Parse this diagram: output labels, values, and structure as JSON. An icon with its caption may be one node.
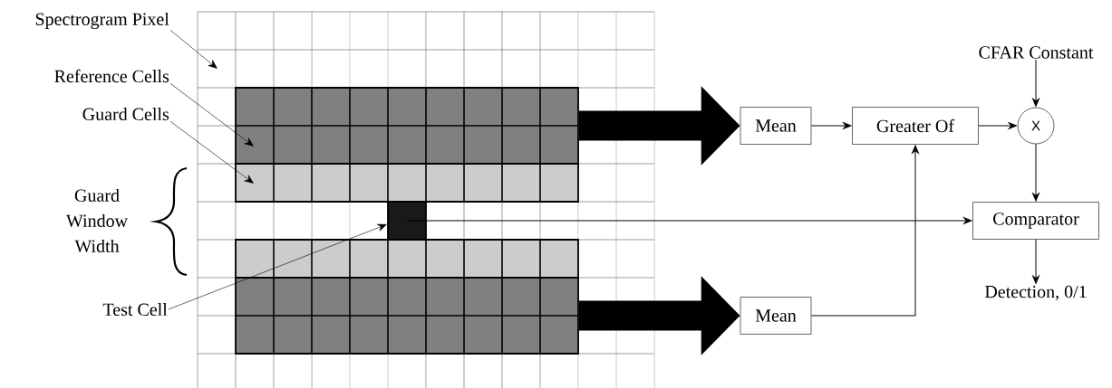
{
  "diagram": {
    "nodes": [
      {
        "text": [
          "Spectrogram Pixel"
        ]
      },
      {
        "text": [
          "Reference Cells"
        ]
      },
      {
        "text": [
          "Guard Cells"
        ]
      },
      {
        "text": [
          "Test Cell"
        ]
      },
      {
        "text": [],
        "shape": "box"
      },
      {
        "text": [],
        "shape": "box"
      },
      {
        "text": [],
        "shape": "box"
      },
      {
        "text": [],
        "shape": "box"
      },
      {
        "text": [],
        "shape": "box"
      },
      {
        "text": [
          "Mean"
        ]
      },
      {
        "text": [
          "Greater Of"
        ]
      },
      {
        "text": [
          "X"
        ]
      },
      {
        "text": [
          "Mean"
        ]
      },
      {
        "text": [
          "Comparator"
        ]
      },
      {
        "text": [
          "CFAR Constant"
        ]
      },
      {
        "text": [
          "Detection, 0/1"
        ]
      }
    ],
    "edges": [
      {
        "from": 0,
        "to": null,
        "arrow": "to"
      },
      {
        "from": 1,
        "to": 4,
        "arrow": "to"
      },
      {
        "from": 2,
        "to": 5,
        "arrow": "to"
      },
      {
        "from": 3,
        "to": 6,
        "arrow": "to"
      },
      {
        "from": 4,
        "to": 9,
        "arrow": "to",
        "style": "thick"
      },
      {
        "from": 8,
        "to": 12,
        "arrow": "to",
        "style": "thick"
      },
      {
        "from": 9,
        "to": 10,
        "arrow": "to"
      },
      {
        "from": 12,
        "to": 10,
        "arrow": "to"
      },
      {
        "from": 10,
        "to": 11,
        "arrow": "to"
      },
      {
        "from": 14,
        "to": 11,
        "arrow": "to"
      },
      {
        "from": 11,
        "to": 13,
        "arrow": "to"
      },
      {
        "from": 6,
        "to": 13,
        "arrow": "to"
      },
      {
        "from": 13,
        "to": 15,
        "arrow": "to"
      }
    ],
    "labels": [
      "Guard Window Width"
    ]
  }
}
